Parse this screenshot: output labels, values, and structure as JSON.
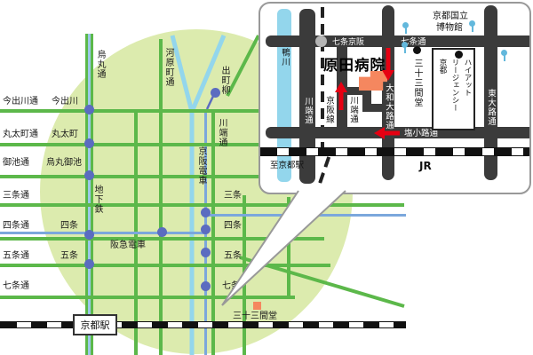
{
  "main_map": {
    "street_labels_left": [
      "今出川通",
      "丸太町通",
      "御池通",
      "三条通",
      "四条通",
      "五条通",
      "七条通"
    ],
    "subway_stations": {
      "imadegawa": "今出川",
      "marutamachi": "丸太町",
      "karasuma_oike": "烏丸御池",
      "shijo": "四条",
      "gojo": "五条"
    },
    "keihan_stations_right": [
      "三条",
      "四条",
      "五条",
      "七条"
    ],
    "station_demachiyanagi": "出町柳",
    "street_karasuma": "烏丸通",
    "street_kawaramachi": "河原町通",
    "street_kawabata": "川端通",
    "subway_label": "地下鉄",
    "keihan_label": "京阪電車",
    "hankyu_label": "阪急電車",
    "kyoto_station": "京都駅",
    "sanjusangendo": "三十三間堂"
  },
  "inset": {
    "hospital_name": "原田病院",
    "river": "鴨川",
    "kawabata_west": "川端通",
    "keihan_line": "京阪線",
    "kawabata_east": "川端通",
    "yamato_oji": "大和大路通",
    "shichijo_dori": "七条通",
    "shiokoji_dori": "塩小路通",
    "higashioji_dori": "東大路通",
    "shichijo_keihan_station": "七条京阪",
    "sanjusangendo": "三十三間堂",
    "hotel_lines": [
      "ハイアット",
      "リージェンシー",
      "京都"
    ],
    "museum_line1": "京都国立",
    "museum_line2": "博物館",
    "jr_label": "JR",
    "to_kyoto_station": "至京都駅"
  },
  "colors": {
    "road_green": "#5cb84a",
    "circle_green": "#dcebae",
    "river_blue": "#93d6ec",
    "rail_blue": "#7ba7dc",
    "subway_blue": "#9cc8e8",
    "station_dot": "#5b6cc0",
    "inset_road": "#3b3b3b",
    "hospital_orange": "#f5875f",
    "arrow_red": "#e60012",
    "signal_blue": "#63b8dc"
  }
}
